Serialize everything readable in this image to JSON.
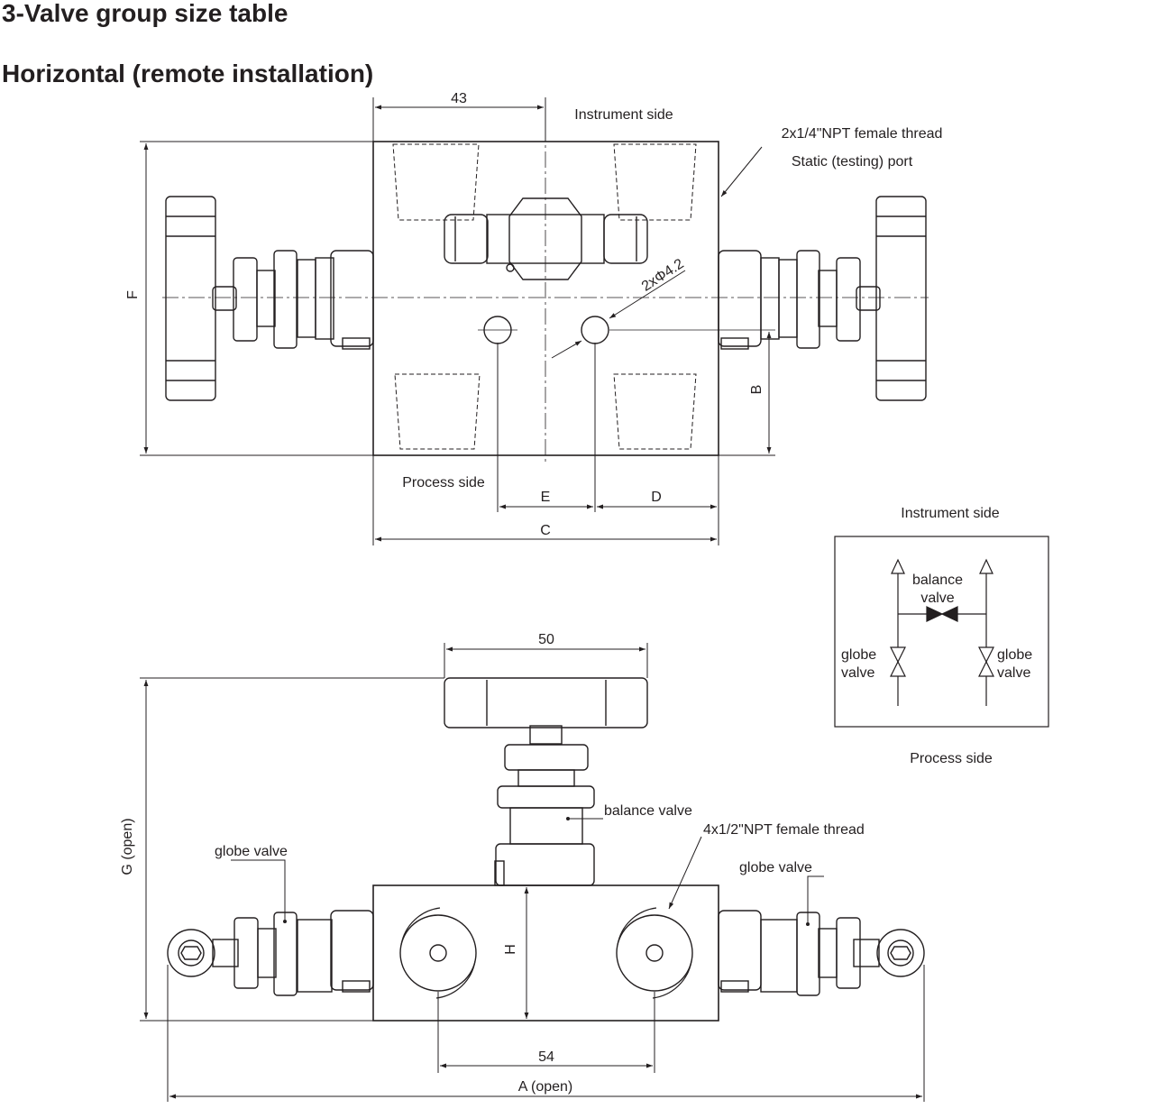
{
  "page": {
    "title": "3-Valve group size table",
    "subtitle": "Horizontal (remote installation)"
  },
  "top_view": {
    "dim_43": "43",
    "instrument_side": "Instrument side",
    "thread_note": "2x1/4\"NPT female thread",
    "static_port": "Static (testing) port",
    "hole_note": "2xΦ4.2",
    "process_side": "Process side",
    "dim_F": "F",
    "dim_B": "B",
    "dim_E": "E",
    "dim_D": "D",
    "dim_C": "C"
  },
  "schematic": {
    "instrument_side": "Instrument side",
    "process_side": "Process side",
    "balance_valve_line1": "balance",
    "balance_valve_line2": "valve",
    "globe_valve_line1": "globe",
    "globe_valve_line2": "valve"
  },
  "front_view": {
    "dim_50": "50",
    "balance_valve": "balance valve",
    "thread_note": "4x1/2\"NPT female thread",
    "globe_valve_left": "globe valve",
    "globe_valve_right": "globe valve",
    "dim_G": "G (open)",
    "dim_H": "H",
    "dim_54": "54",
    "dim_A": "A (open)"
  },
  "colors": {
    "line": "#231f20",
    "background": "#ffffff"
  }
}
